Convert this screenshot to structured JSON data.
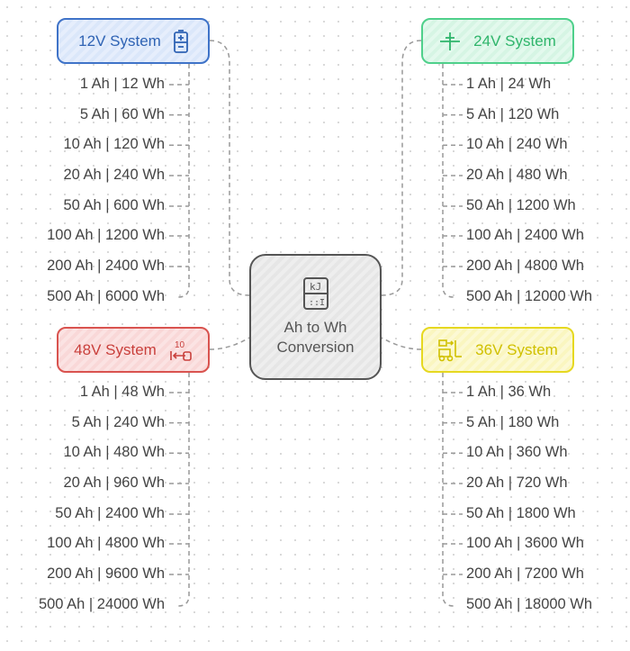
{
  "center": {
    "line1": "Ah to Wh",
    "line2": "Conversion",
    "icon": "kj-calculator-icon"
  },
  "groups": {
    "v12": {
      "label": "12V System",
      "icon": "battery-icon",
      "color": "#3f73c8",
      "items": [
        "1 Ah | 12 Wh",
        "5 Ah | 60 Wh",
        "10 Ah | 120 Wh",
        "20 Ah | 240 Wh",
        "50 Ah | 600 Wh",
        "100 Ah | 1200 Wh",
        "200 Ah | 2400 Wh",
        "500 Ah | 6000 Wh"
      ]
    },
    "v24": {
      "label": "24V System",
      "icon": "plug-icon",
      "color": "#4fd08b",
      "items": [
        "1 Ah | 24 Wh",
        "5 Ah | 120 Wh",
        "10 Ah | 240 Wh",
        "20 Ah | 480 Wh",
        "50 Ah | 1200 Wh",
        "100 Ah | 2400 Wh",
        "200 Ah | 4800 Wh",
        "500 Ah | 12000 Wh"
      ]
    },
    "v48": {
      "label": "48V System",
      "icon": "counter-icon",
      "color": "#d9534f",
      "items": [
        "1 Ah | 48 Wh",
        "5 Ah | 240 Wh",
        "10 Ah | 480 Wh",
        "20 Ah | 960 Wh",
        "50 Ah | 2400 Wh",
        "100 Ah | 4800 Wh",
        "200 Ah | 9600 Wh",
        "500 Ah | 24000 Wh"
      ]
    },
    "v36": {
      "label": "36V System",
      "icon": "forklift-icon",
      "color": "#e6d820",
      "items": [
        "1 Ah | 36 Wh",
        "5 Ah | 180 Wh",
        "10 Ah | 360 Wh",
        "20 Ah | 720 Wh",
        "50 Ah | 1800 Wh",
        "100 Ah | 3600 Wh",
        "200 Ah | 7200 Wh",
        "500 Ah | 18000 Wh"
      ]
    }
  }
}
